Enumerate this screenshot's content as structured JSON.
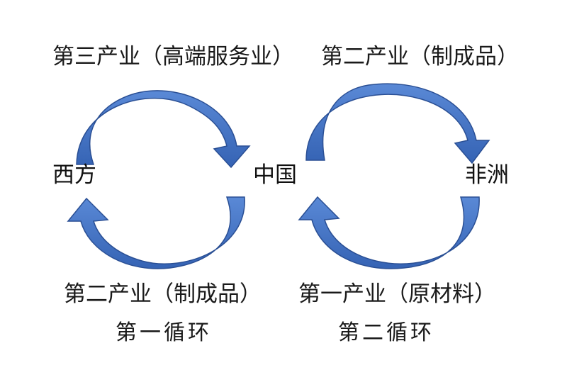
{
  "loop1": {
    "top_label": "第三产业（高端服务业）",
    "bottom_label": "第二产业（制成品）",
    "caption": "第一循环"
  },
  "loop2": {
    "top_label": "第二产业（制成品）",
    "bottom_label": "第一产业（原材料）",
    "caption": "第二循环"
  },
  "nodes": {
    "west": "西方",
    "china": "中国",
    "africa": "非洲"
  },
  "colors": {
    "arrow_fill": "#3f6fc2",
    "arrow_edge": "#2a4f94",
    "text": "#1a1a1a"
  }
}
